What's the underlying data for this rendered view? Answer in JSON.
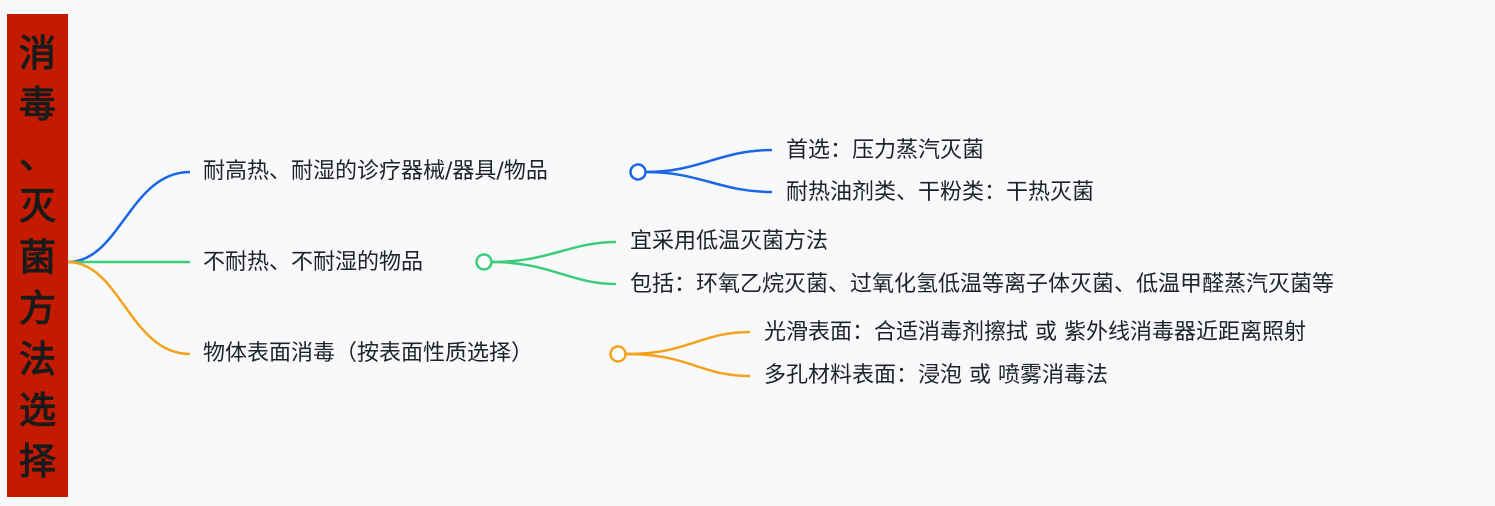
{
  "root": {
    "title": "消\n毒\n、\n灭\n菌\n方\n法\n选\n择"
  },
  "branches": [
    {
      "label": "耐高热、耐湿的诊疗器械/器具/物品",
      "color": "#1a66e6",
      "children": [
        "首选：压力蒸汽灭菌",
        "耐热油剂类、干粉类：干热灭菌"
      ]
    },
    {
      "label": "不耐热、不耐湿的物品",
      "color": "#3ccc7a",
      "children": [
        "宜采用低温灭菌方法",
        "包括：环氧乙烷灭菌、过氧化氢低温等离子体灭菌、低温甲醛蒸汽灭菌等"
      ]
    },
    {
      "label": "物体表面消毒（按表面性质选择）",
      "color": "#f5a11a",
      "children": [
        "光滑表面：合适消毒剂擦拭 或 紫外线消毒器近距离照射",
        "多孔材料表面：浸泡 或 喷雾消毒法"
      ]
    }
  ]
}
